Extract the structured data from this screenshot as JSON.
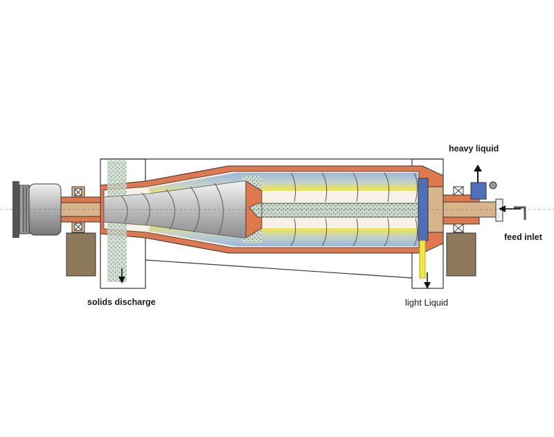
{
  "labels": {
    "heavy_liquid": "heavy liquid",
    "light_liquid": "light Liquid",
    "solids_discharge": "solids discharge",
    "feed_inlet": "feed inlet"
  },
  "colors": {
    "housing_orange": "#e0784e",
    "shaft_tan": "#d8b48a",
    "sediment_dots": "#9db8a0",
    "liquid_blue": "#8fb0d8",
    "liquid_yellow": "#f2e640",
    "support_brown": "#8d7a5a",
    "pipe_blue": "#4f6fb8"
  }
}
